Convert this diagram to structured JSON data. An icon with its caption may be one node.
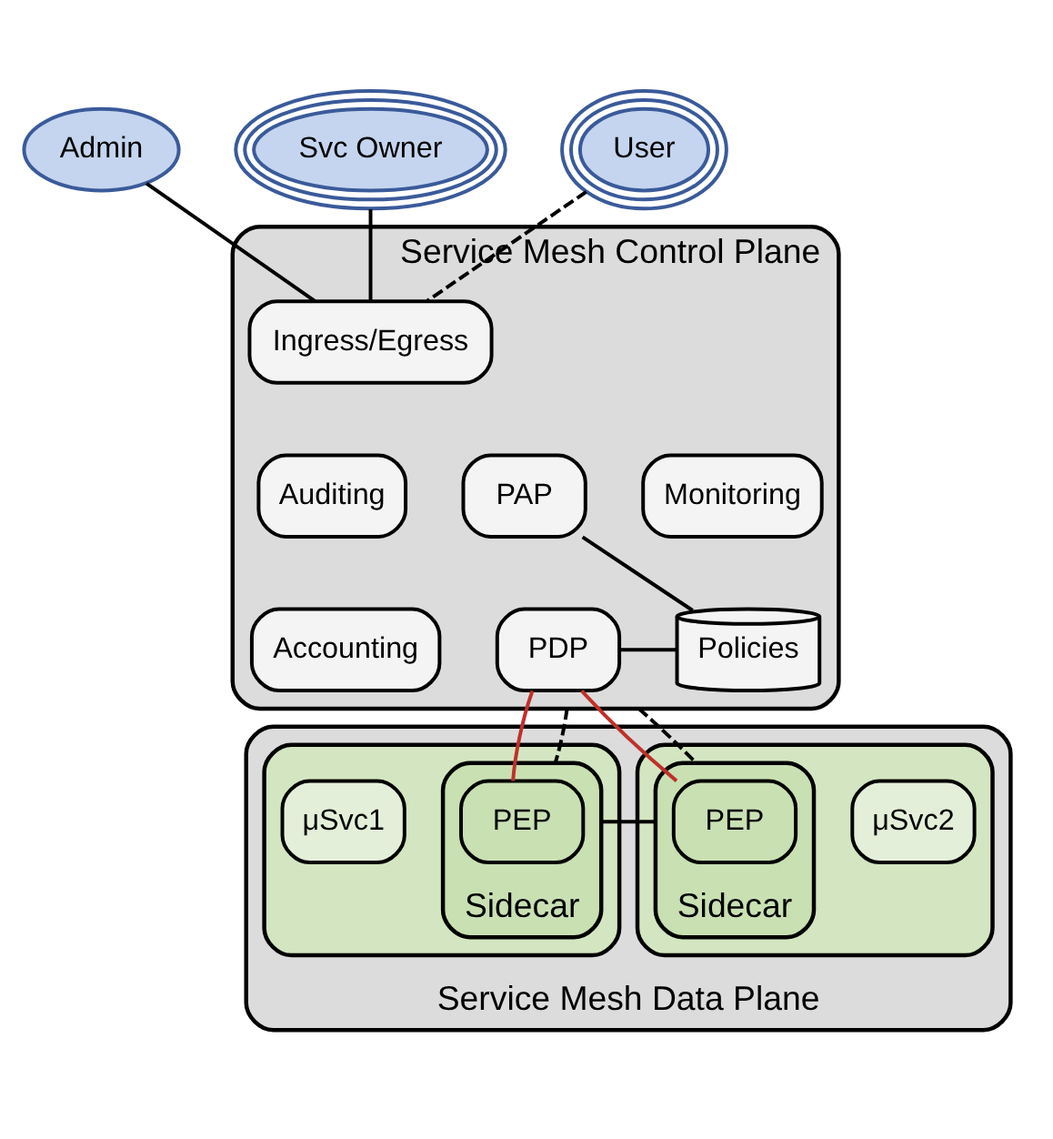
{
  "diagram": {
    "nodes": [
      {
        "text": [
          "Admin"
        ]
      },
      {
        "text": [
          "Svc Owner"
        ]
      },
      {
        "text": [
          "User"
        ]
      },
      {
        "text": [
          "Service Mesh Control Plane"
        ]
      },
      {
        "text": [
          "Ingress/Egress"
        ],
        "in": 3
      },
      {
        "text": [
          "Auditing"
        ],
        "in": 3
      },
      {
        "text": [
          "Accounting"
        ],
        "in": 3
      },
      {
        "text": [
          "PAP"
        ],
        "in": 3
      },
      {
        "text": [
          "PDP"
        ],
        "in": 3
      },
      {
        "text": [
          "Policies"
        ],
        "in": 3
      },
      {
        "text": [
          "Monitoring"
        ],
        "in": 3
      },
      {
        "text": [
          "Service Mesh Data Plane"
        ]
      },
      {
        "text": [],
        "shape": "box",
        "in": 11
      },
      {
        "text": [
          "μSvc1"
        ],
        "in": 12
      },
      {
        "text": [
          "Sidecar"
        ],
        "in": 12
      },
      {
        "text": [
          "PEP"
        ],
        "in": 14
      },
      {
        "text": [],
        "shape": "box",
        "in": 11
      },
      {
        "text": [
          "Sidecar"
        ],
        "in": 16
      },
      {
        "text": [
          "PEP"
        ],
        "in": 17
      },
      {
        "text": [
          "μSvc2"
        ],
        "in": 16
      }
    ],
    "edges": [
      {
        "from": 0,
        "to": 4,
        "arrow": "none"
      },
      {
        "from": 1,
        "to": 4,
        "arrow": "none"
      },
      {
        "from": 2,
        "to": 4,
        "arrow": "none",
        "style": "dashed"
      },
      {
        "from": 7,
        "to": 9,
        "arrow": "none"
      },
      {
        "from": 8,
        "to": 9,
        "arrow": "none"
      },
      {
        "from": 8,
        "to": 15,
        "arrow": "none",
        "color": "#c0302a"
      },
      {
        "from": 8,
        "to": 18,
        "arrow": "none",
        "color": "#c0302a"
      },
      {
        "from": 3,
        "to": 14,
        "arrow": "none",
        "style": "dashed"
      },
      {
        "from": 3,
        "to": 17,
        "arrow": "none",
        "style": "dashed"
      },
      {
        "from": 14,
        "to": 17,
        "arrow": "none"
      }
    ]
  }
}
